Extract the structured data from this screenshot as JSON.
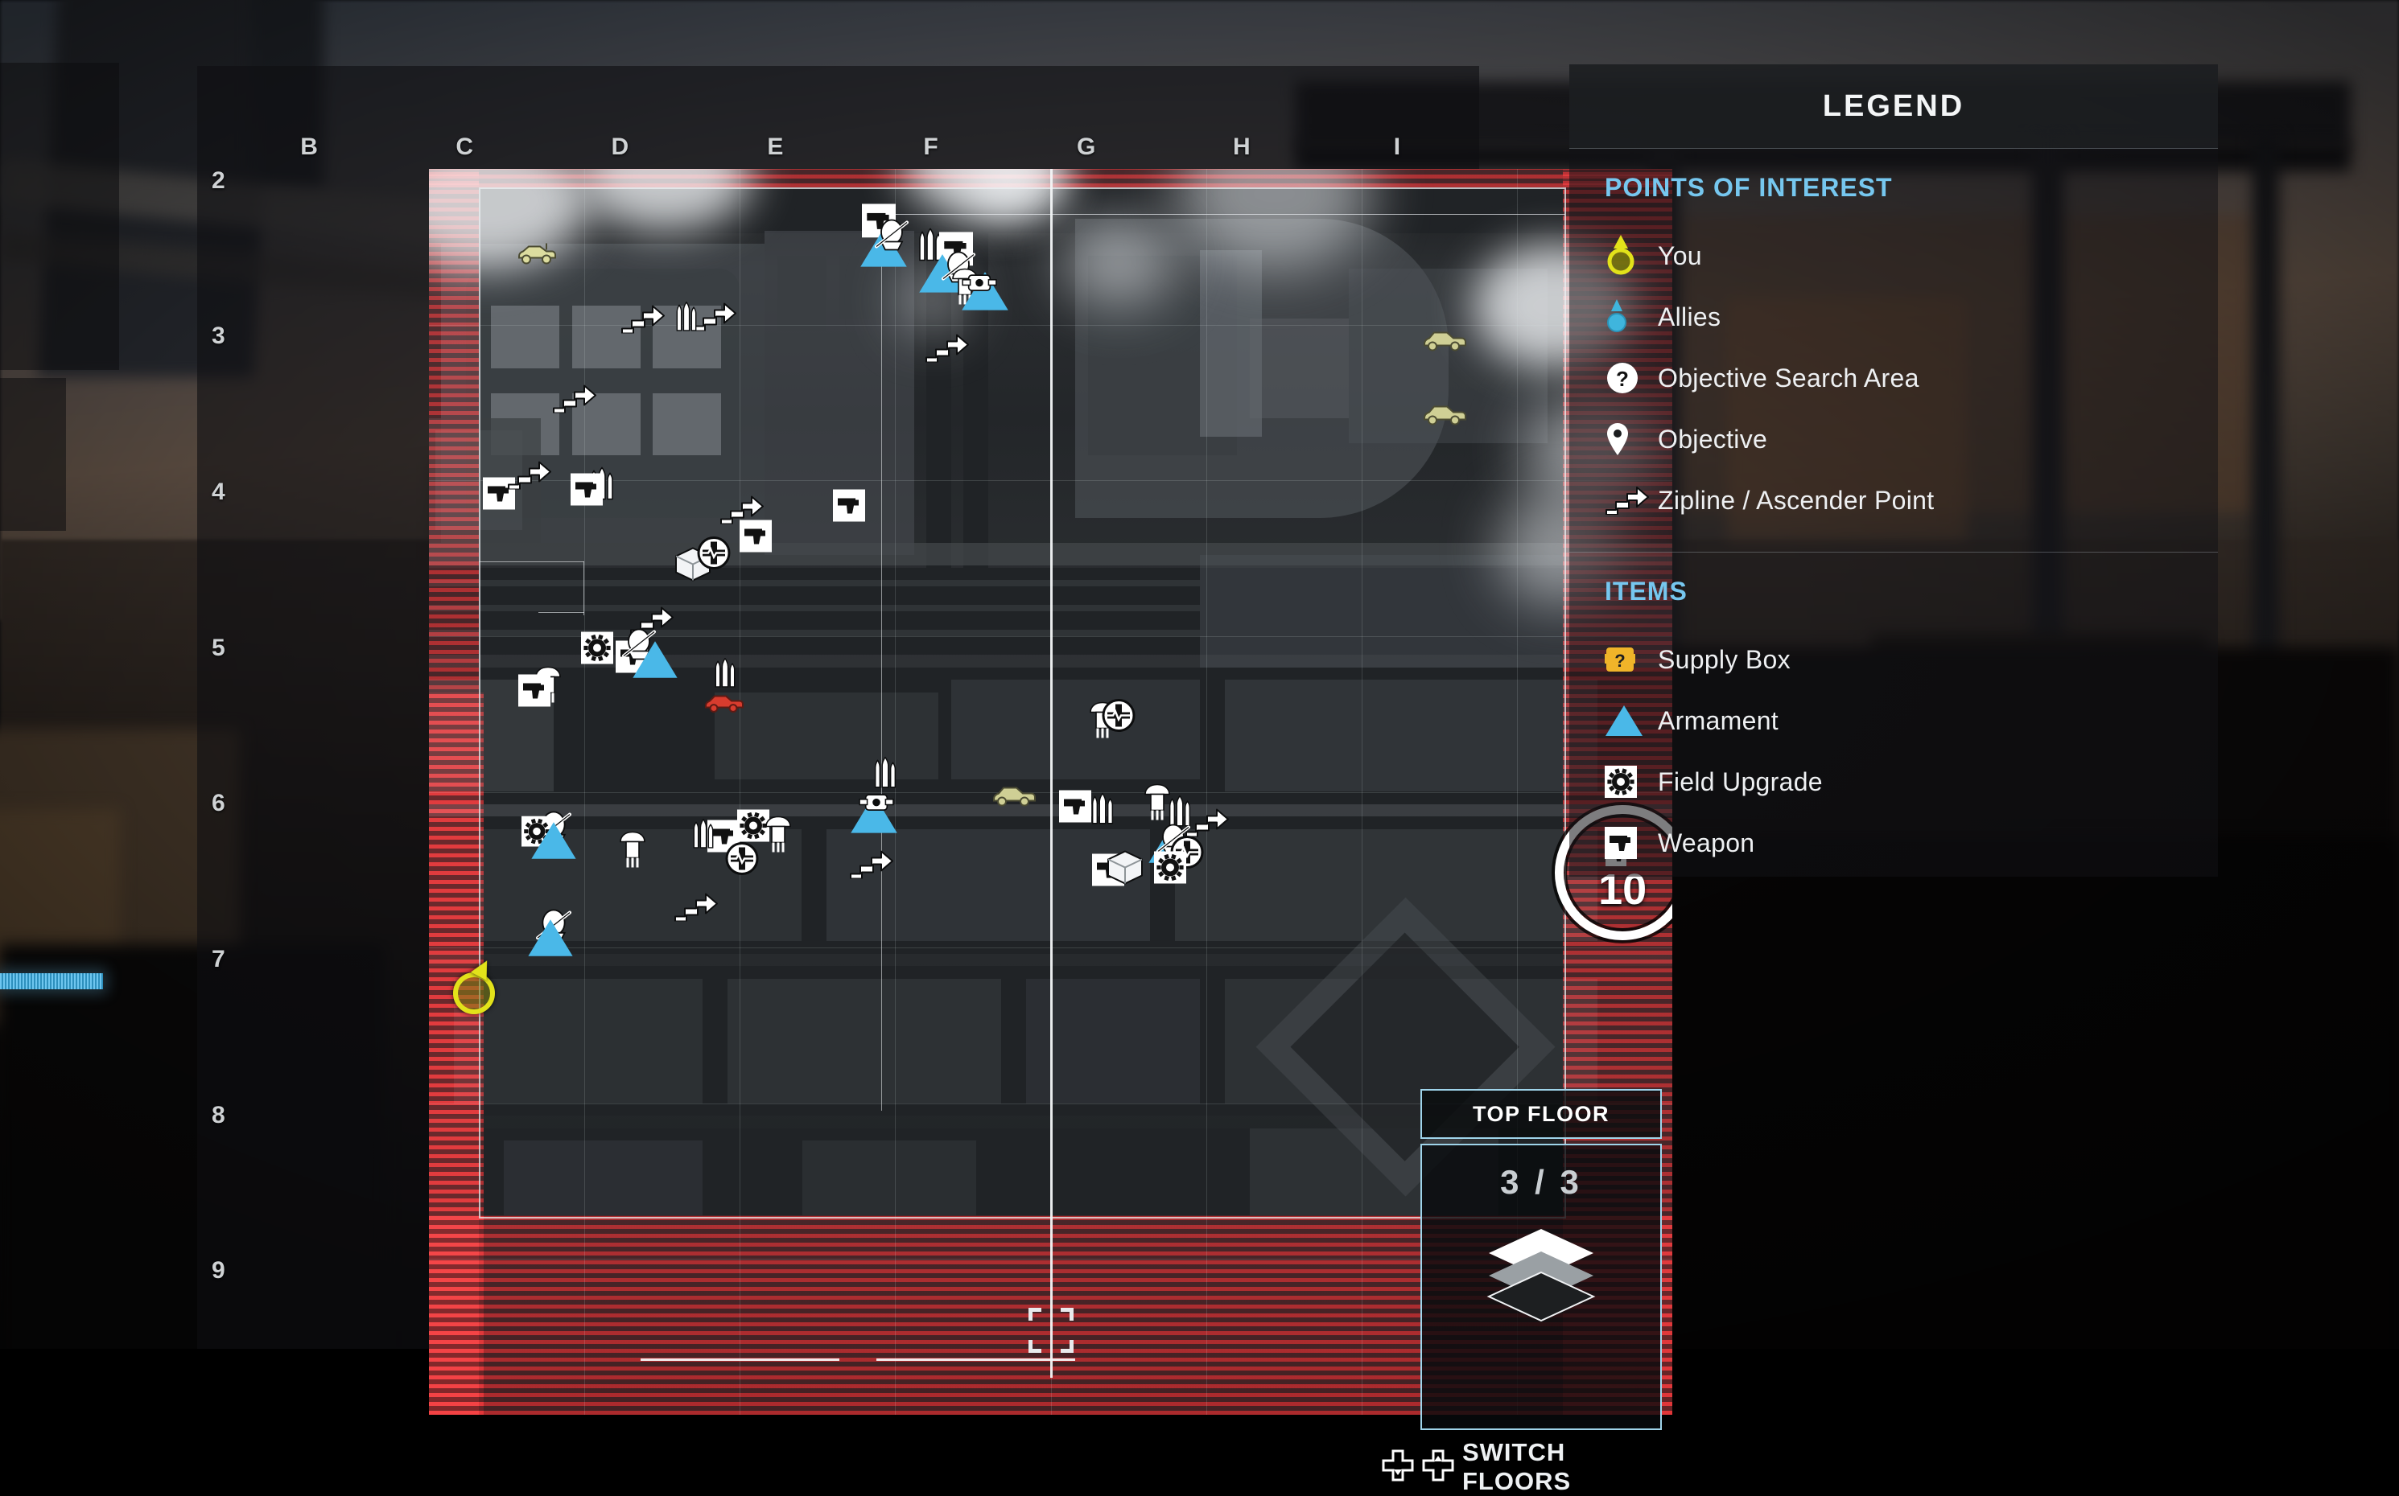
{
  "legend": {
    "title": "LEGEND",
    "sections": [
      {
        "name": "points-of-interest",
        "title": "POINTS OF INTEREST",
        "items": [
          {
            "icon": "you-marker-icon",
            "label": "You"
          },
          {
            "icon": "allies-marker-icon",
            "label": "Allies"
          },
          {
            "icon": "objective-search-area-icon",
            "label": "Objective Search Area"
          },
          {
            "icon": "objective-pin-icon",
            "label": "Objective"
          },
          {
            "icon": "zipline-ascender-icon",
            "label": "Zipline / Ascender Point"
          }
        ]
      },
      {
        "name": "items",
        "title": "ITEMS",
        "items": [
          {
            "icon": "supply-box-icon",
            "label": "Supply Box"
          },
          {
            "icon": "armament-triangle-icon",
            "label": "Armament"
          },
          {
            "icon": "field-upgrade-gear-icon",
            "label": "Field Upgrade"
          },
          {
            "icon": "weapon-pistol-icon",
            "label": "Weapon"
          }
        ]
      }
    ]
  },
  "map": {
    "grid": {
      "columns": [
        "B",
        "C",
        "D",
        "E",
        "F",
        "G",
        "H",
        "I"
      ],
      "rows": [
        "2",
        "3",
        "4",
        "5",
        "6",
        "7",
        "8",
        "9"
      ]
    },
    "selection": {
      "icon": "weapon-pistol-icon",
      "count": "10"
    },
    "cursor": {
      "icon": "reticle-brackets-icon"
    },
    "player": {
      "icon": "you-marker-icon"
    }
  },
  "floor_switcher": {
    "title": "TOP FLOOR",
    "count": "3 / 3",
    "stack_icon": "floor-stack-icon",
    "hint_icon": "dpad-icon",
    "hint_label": "SWITCH FLOORS"
  },
  "colors": {
    "accent_blue": "#76c7ef",
    "player_yellow": "#e2e21a",
    "ally_blue": "#3fb5dd",
    "armament_blue": "#4ab8e8",
    "supply_orange": "#f0b429",
    "out_of_bounds_red": "#c81212",
    "panel_border": "#9fd4ea"
  }
}
